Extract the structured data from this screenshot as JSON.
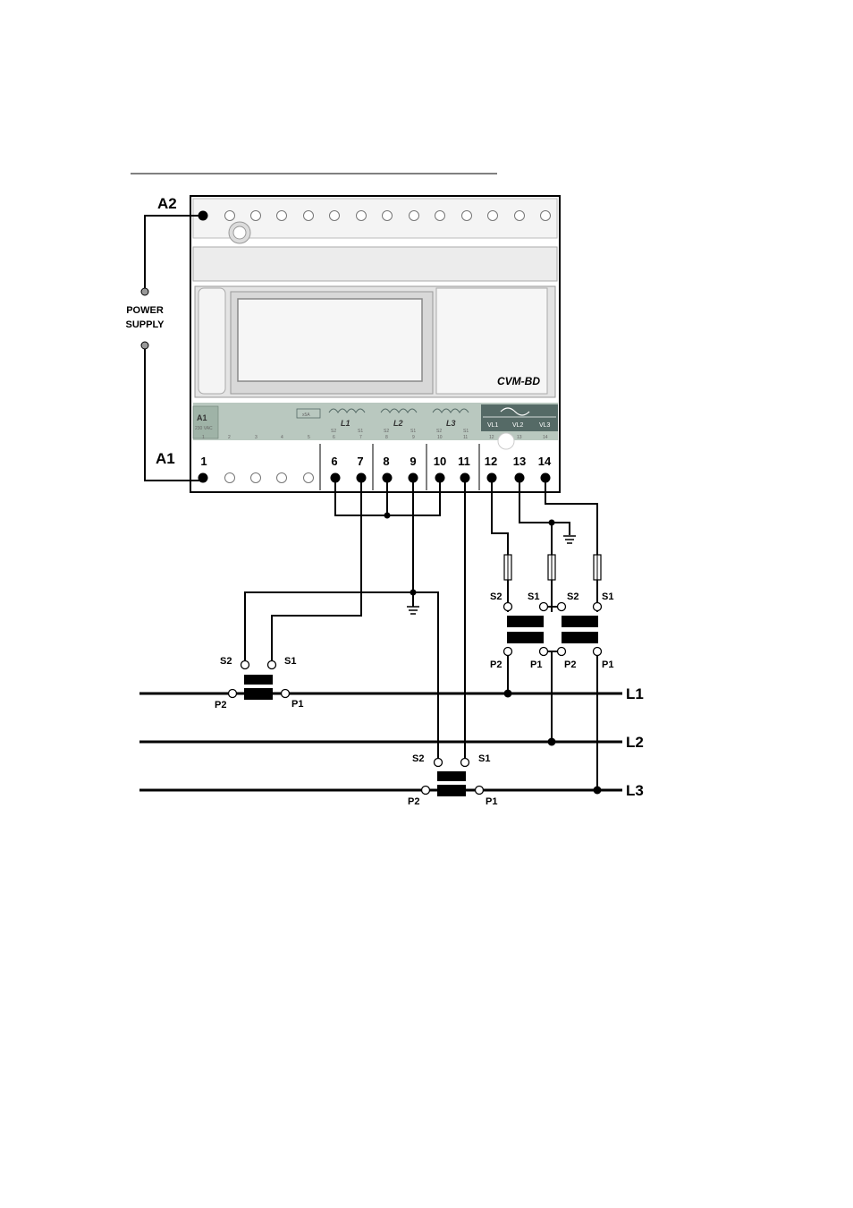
{
  "device": {
    "model": "CVM-BD"
  },
  "power": {
    "top_terminal": "A2",
    "bottom_terminal": "A1",
    "label_line1": "POWER",
    "label_line2": "SUPPLY"
  },
  "strip": {
    "a1": "A1",
    "a1_sub": "230 VAC",
    "fuse_tag": "x5A",
    "ct1": "L1",
    "ct2": "L2",
    "ct3": "L3",
    "v1": "VL1",
    "v2": "VL2",
    "v3": "VL3",
    "s2": "S2",
    "s1": "S1",
    "n6": "6",
    "n7": "7",
    "n8": "8",
    "n9": "9",
    "n10": "10",
    "n11": "11",
    "n12": "12",
    "n13": "13",
    "n14": "14",
    "n1": "1",
    "n2": "2",
    "n3": "3",
    "n4": "4",
    "n5": "5"
  },
  "terminals": [
    "1",
    "6",
    "7",
    "8",
    "9",
    "10",
    "11",
    "12",
    "13",
    "14"
  ],
  "lines": [
    "L1",
    "L2",
    "L3"
  ],
  "transformer_labels": {
    "s1": "S1",
    "s2": "S2",
    "p1": "P1",
    "p2": "P2"
  },
  "colors": {
    "ink": "#000000",
    "housing": "#e9e9e9",
    "strip_green": "#b9c8bf",
    "strip_dark": "#556a66"
  }
}
